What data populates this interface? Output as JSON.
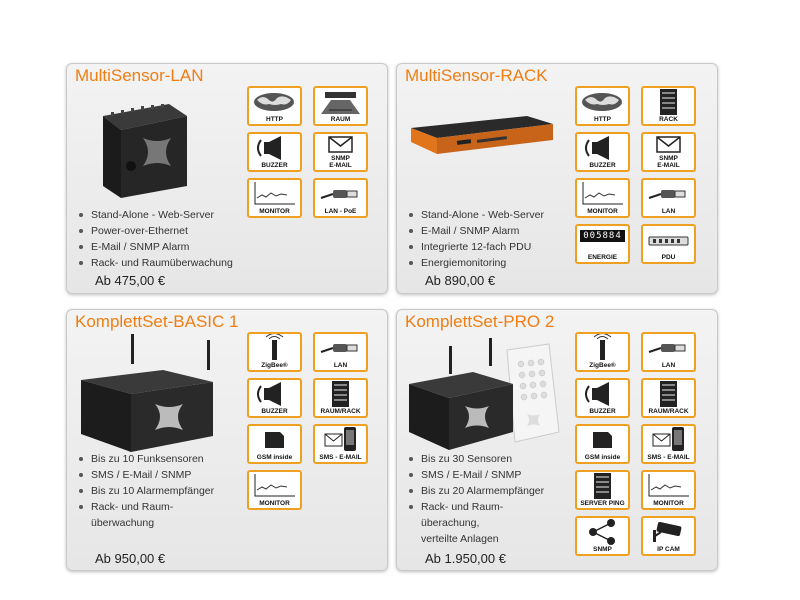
{
  "cards": {
    "c1": {
      "title": "MultiSensor-LAN",
      "features": [
        "Stand-Alone - Web-Server",
        "Power-over-Ethernet",
        "E-Mail / SNMP Alarm",
        "Rack- und Raumüberwachung"
      ],
      "price": "Ab 475,00 €",
      "icons": [
        "HTTP",
        "RAUM",
        "BUZZER",
        "SNMP\nE-MAIL",
        "MONITOR",
        "LAN - PoE"
      ]
    },
    "c2": {
      "title": "MultiSensor-RACK",
      "features": [
        "Stand-Alone - Web-Server",
        "E-Mail / SNMP Alarm",
        "Integrierte 12-fach PDU",
        "Energiemonitoring"
      ],
      "price": "Ab 890,00 €",
      "icons": [
        "HTTP",
        "RACK",
        "BUZZER",
        "SNMP\nE-MAIL",
        "MONITOR",
        "LAN",
        "ENERGIE",
        "PDU"
      ],
      "energy_counter": "005884"
    },
    "c3": {
      "title": "KomplettSet-BASIC 1",
      "features": [
        "Bis zu 10 Funksensoren",
        "SMS / E-Mail / SNMP",
        "Bis zu 10 Alarmempfänger",
        "Rack- und Raum-\nüberwachung"
      ],
      "price": "Ab 950,00 €",
      "icons": [
        "ZigBee®",
        "LAN",
        "BUZZER",
        "RAUM/RACK",
        "GSM inside",
        "SMS - E-MAIL",
        "MONITOR"
      ]
    },
    "c4": {
      "title": "KomplettSet-PRO 2",
      "features": [
        "Bis zu 30 Sensoren",
        "SMS / E-Mail / SNMP",
        "Bis zu 20 Alarmempfänger",
        "Rack- und Raum-\nüberachung,\nverteilte Anlagen"
      ],
      "price": "Ab 1.950,00 €",
      "icons": [
        "ZigBee®",
        "LAN",
        "BUZZER",
        "RAUM/RACK",
        "GSM inside",
        "SMS - E-MAIL",
        "SERVER PING",
        "MONITOR",
        "SNMP",
        "IP CAM"
      ]
    }
  },
  "colors": {
    "accent": "#ef7d12",
    "icon_border": "#f0a020"
  }
}
